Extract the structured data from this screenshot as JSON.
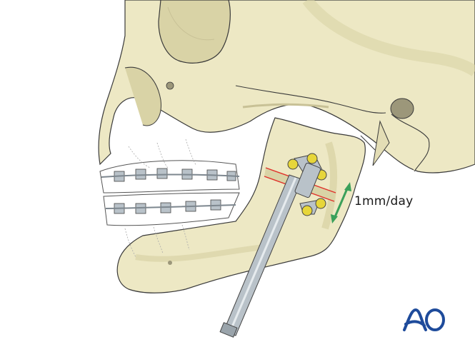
{
  "figure": {
    "subject": "Skull lateral view with mandibular distraction osteogenesis device and orthodontic braces",
    "annotation": {
      "label": "1mm/day",
      "arrow_color": "#3aa05a"
    },
    "osteotomy_line_color": "#e0302a",
    "colors": {
      "bone": "#ede8c4",
      "bone_shadow": "#d9d3a6",
      "bone_dark": "#c8c196",
      "outline": "#3a3a3a",
      "metal": "#b9c2c9",
      "metal_dark": "#7d878f",
      "screw": "#e7d63a",
      "condyle_fossa": "#9c977a"
    }
  },
  "logo": {
    "text": "AO",
    "color": "#1e4b9b"
  }
}
